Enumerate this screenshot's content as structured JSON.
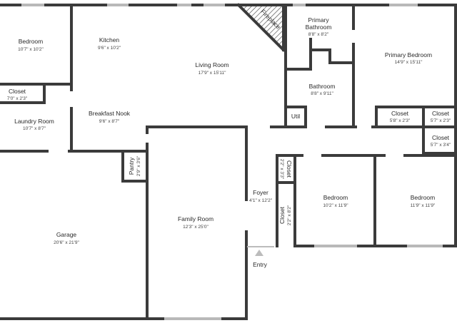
{
  "rooms": {
    "bedroom_nw": {
      "name": "Bedroom",
      "dims": "10'7\" x 10'2\""
    },
    "kitchen": {
      "name": "Kitchen",
      "dims": "9'6\" x 10'2\""
    },
    "living_room": {
      "name": "Living Room",
      "dims": "17'9\" x 15'11\""
    },
    "fireplace": {
      "name": "Fireplace"
    },
    "primary_bathroom": {
      "name": "Primary Bathroom",
      "dims": "8'8\" x 8'2\""
    },
    "primary_bedroom": {
      "name": "Primary Bedroom",
      "dims": "14'9\" x 15'11\""
    },
    "closet_left": {
      "name": "Closet",
      "dims": "7'0\" x 2'3\""
    },
    "bathroom": {
      "name": "Bathroom",
      "dims": "8'8\" x 9'11\""
    },
    "laundry_room": {
      "name": "Laundry Room",
      "dims": "10'7\" x 8'7\""
    },
    "breakfast_nook": {
      "name": "Breakfast Nook",
      "dims": "9'6\" x 8'7\""
    },
    "util": {
      "name": "Util"
    },
    "closet_mid": {
      "name": "Closet",
      "dims": "5'8\" x 2'3\""
    },
    "closet_right_top": {
      "name": "Closet",
      "dims": "5'7\" x 2'3\""
    },
    "closet_right_bottom": {
      "name": "Closet",
      "dims": "5'7\" x 3'4\""
    },
    "pantry": {
      "name": "Pantry",
      "dims": "2'9\" x 3'6\""
    },
    "closet_v_top": {
      "name": "Closet",
      "dims": "2'2\" x 3'3\""
    },
    "foyer": {
      "name": "Foyer",
      "dims": "4'1\" x 12'2\""
    },
    "bedroom_mid": {
      "name": "Bedroom",
      "dims": "10'2\" x 11'9\""
    },
    "bedroom_right": {
      "name": "Bedroom",
      "dims": "11'9\" x 11'9\""
    },
    "closet_v_bottom": {
      "name": "Closet",
      "dims": "2'2\" x 8'2\""
    },
    "family_room": {
      "name": "Family Room",
      "dims": "12'3\" x 25'0\""
    },
    "garage": {
      "name": "Garage",
      "dims": "20'6\" x 21'9\""
    }
  },
  "entry": {
    "label": "Entry"
  },
  "colors": {
    "wall": "#3b3b3b",
    "window": "#b9b9b9",
    "background": "#ffffff"
  }
}
